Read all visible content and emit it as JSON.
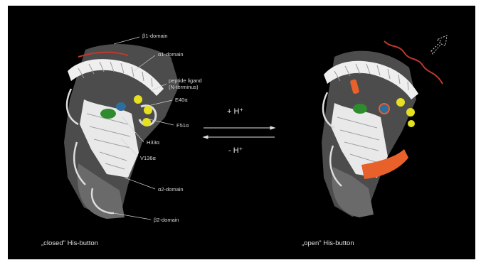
{
  "colors": {
    "background": "#000000",
    "ribbon_light": "#f2f2f2",
    "ribbon_dark": "#5a5a5a",
    "histidine": "#2e8b2e",
    "ligand_residues": "#e6e01e",
    "peptide": "#c0392b",
    "open_highlight": "#e8602a"
  },
  "labels": {
    "b1_domain": "β1-domain",
    "a1_domain": "α1-domain",
    "peptide_ligand": "peptide ligand\n(N-terminus)",
    "e40a": "E40α",
    "f51a": "F51α",
    "h33a": "H33α",
    "v136a": "V136α",
    "a2_domain": "α2-domain",
    "b2_domain": "β2-domain"
  },
  "equilibrium": {
    "forward": "+ H⁺",
    "reverse": "- H⁺"
  },
  "captions": {
    "closed": "„closed\" His-button",
    "open": "„open\" His-button"
  }
}
